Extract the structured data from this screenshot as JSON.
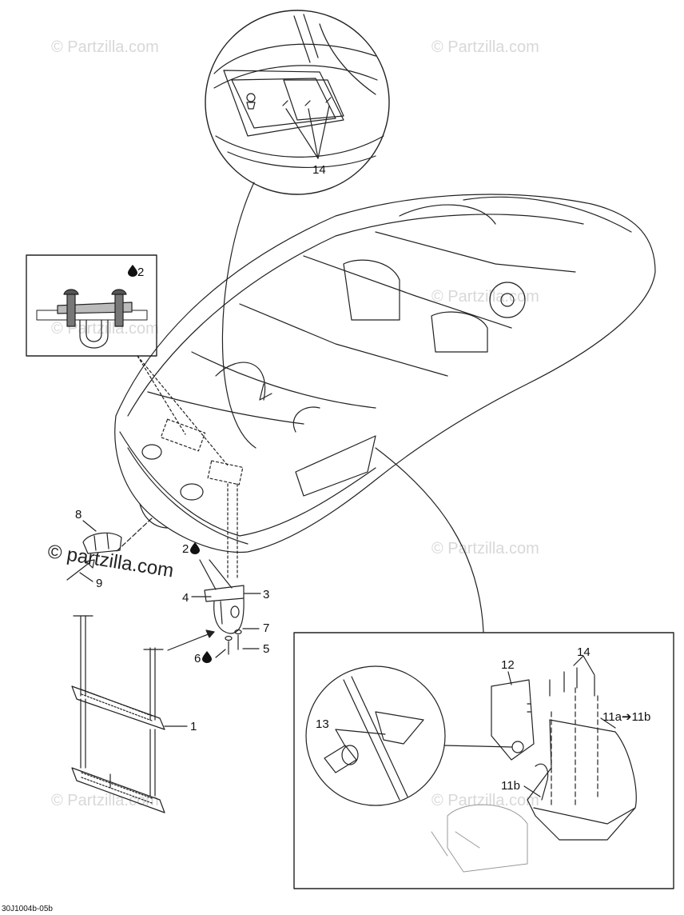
{
  "watermark": {
    "text": "© Partzilla.com",
    "dark_text": "© partzilla.com"
  },
  "callouts": {
    "c1": "1",
    "c2_top": "2",
    "c2_mid": "2",
    "c3": "3",
    "c4": "4",
    "c5": "5",
    "c6": "6",
    "c7": "7",
    "c8": "8",
    "c9": "9",
    "c11a_11b": "11a➔11b",
    "c11b": "11b",
    "c12": "12",
    "c13": "13",
    "c14_top": "14",
    "c14_bottom": "14"
  },
  "drawing_code": "30J1004b-05b"
}
